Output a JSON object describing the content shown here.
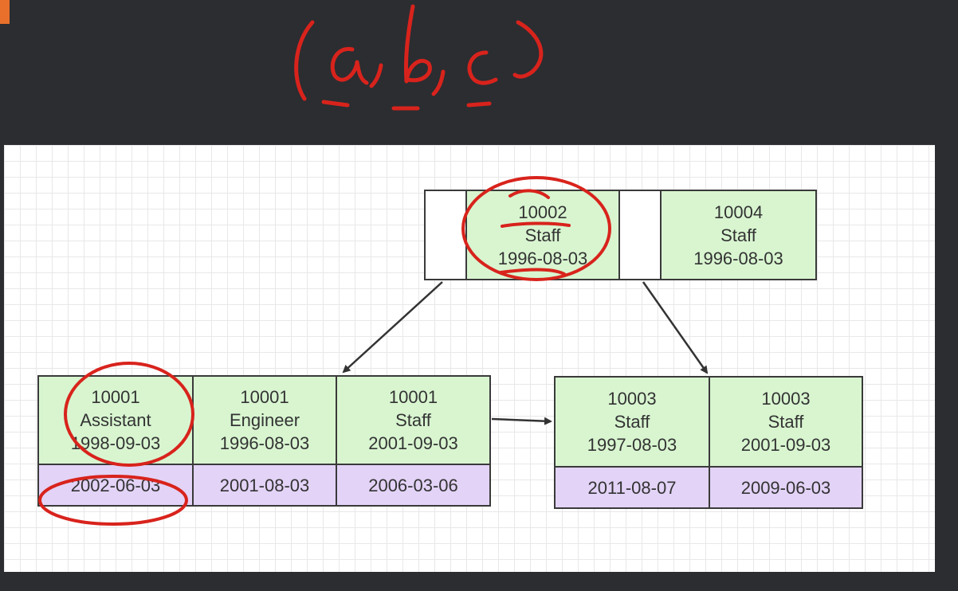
{
  "colors": {
    "background": "#2b2d31",
    "leaf_key_cell": "#d8f5d0",
    "leaf_value_cell": "#e3d3f7",
    "pointer_cell": "#ffffff",
    "annotation": "#d8231c"
  },
  "handwriting": {
    "text": "(a, b, c)"
  },
  "root_node": {
    "keys": [
      {
        "id": "10002",
        "title": "Staff",
        "date": "1996-08-03"
      },
      {
        "id": "10004",
        "title": "Staff",
        "date": "1996-08-03"
      }
    ]
  },
  "leaf_left": {
    "keys": [
      {
        "id": "10001",
        "title": "Assistant",
        "date": "1998-09-03",
        "value": "2002-06-03"
      },
      {
        "id": "10001",
        "title": "Engineer",
        "date": "1996-08-03",
        "value": "2001-08-03"
      },
      {
        "id": "10001",
        "title": "Staff",
        "date": "2001-09-03",
        "value": "2006-03-06"
      }
    ]
  },
  "leaf_right": {
    "keys": [
      {
        "id": "10003",
        "title": "Staff",
        "date": "1997-08-03",
        "value": "2011-08-07"
      },
      {
        "id": "10003",
        "title": "Staff",
        "date": "2001-09-03",
        "value": "2009-06-03"
      }
    ]
  }
}
